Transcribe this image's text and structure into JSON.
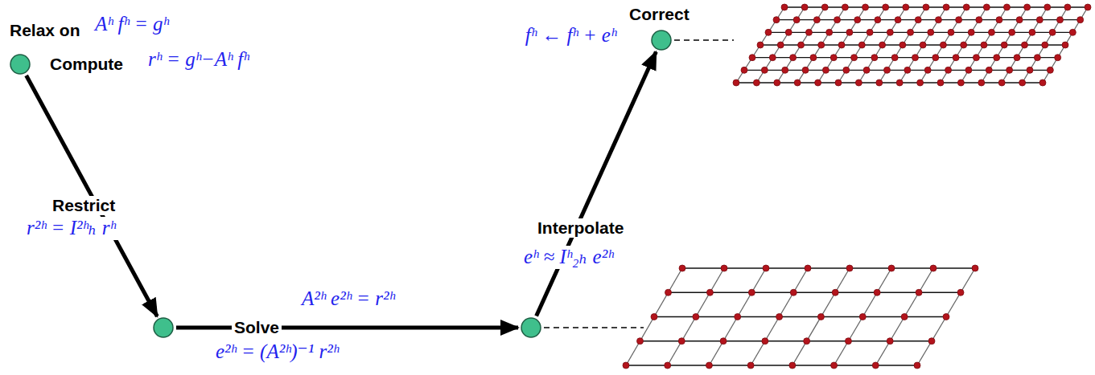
{
  "diagram": {
    "nodes": [
      {
        "text": [
          "Relax on",
          "Aʰ fʰ = gʰ",
          "Compute",
          "rʰ = gʰ−Aʰ fʰ"
        ]
      },
      {
        "text": []
      },
      {
        "text": []
      },
      {
        "text": [
          "Correct",
          "fʰ ← fʰ + eʰ"
        ]
      }
    ],
    "edges": [
      {
        "from": 0,
        "to": 1,
        "arrow": "to",
        "label": "Restrict"
      },
      {
        "from": 1,
        "to": 2,
        "arrow": "to",
        "label": "Solve"
      },
      {
        "from": 2,
        "to": 3,
        "arrow": "to",
        "label": "Interpolate"
      }
    ],
    "labels": [
      "r²ʰ = I²ʰₕ rʰ",
      "A²ʰ e²ʰ = r²ʰ",
      "e²ʰ = (A²ʰ)⁻¹ r²ʰ",
      "eʰ ≈ Iʰ₂ₕ e²ʰ"
    ]
  }
}
